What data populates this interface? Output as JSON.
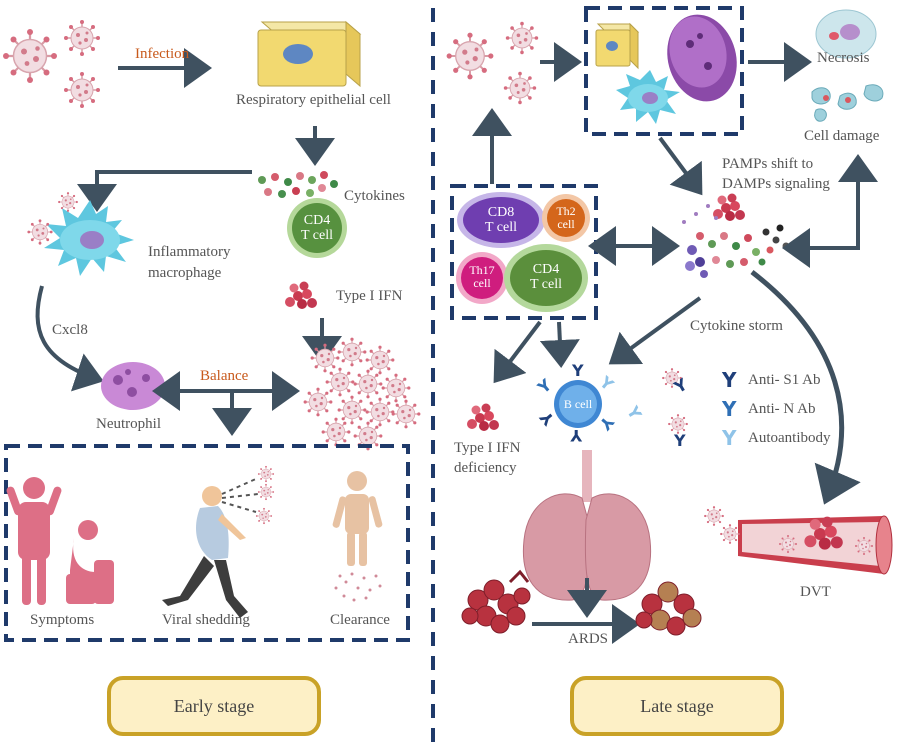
{
  "early": {
    "infection": "Infection",
    "epithelial": "Respiratory epithelial cell",
    "cytokines": "Cytokines",
    "cd4_top": "CD4",
    "cd4_bottom": "T cell",
    "macrophage_line1": "Inflammatory",
    "macrophage_line2": "macrophage",
    "type1ifn": "Type I IFN",
    "cxcl8": "Cxcl8",
    "balance": "Balance",
    "neutrophil": "Neutrophil",
    "symptoms": "Symptoms",
    "shedding": "Viral shedding",
    "clearance": "Clearance",
    "stage": "Early stage"
  },
  "late": {
    "necrosis": "Necrosis",
    "cell_damage": "Cell damage",
    "pamps_line1": "PAMPs shift to",
    "pamps_line2": "DAMPs signaling",
    "cd8_top": "CD8",
    "cd8_bottom": "T cell",
    "th2_top": "Th2",
    "th2_bottom": "cell",
    "th17_top": "Th17",
    "th17_bottom": "cell",
    "cd4_top": "CD4",
    "cd4_bottom": "T cell",
    "cytokine_storm": "Cytokine storm",
    "b_cell": "B cell",
    "ifn_def_line1": "Type I IFN",
    "ifn_def_line2": "deficiency",
    "ards": "ARDS",
    "dvt": "DVT",
    "stage": "Late stage"
  },
  "legend": [
    {
      "symbol": "Y",
      "label": "Anti- S1 Ab",
      "color": "#1f3f7a"
    },
    {
      "symbol": "Y",
      "label": "Anti- N Ab",
      "color": "#2f6fb5"
    },
    {
      "symbol": "Y",
      "label": "Autoantibody",
      "color": "#8fc3e8"
    }
  ]
}
